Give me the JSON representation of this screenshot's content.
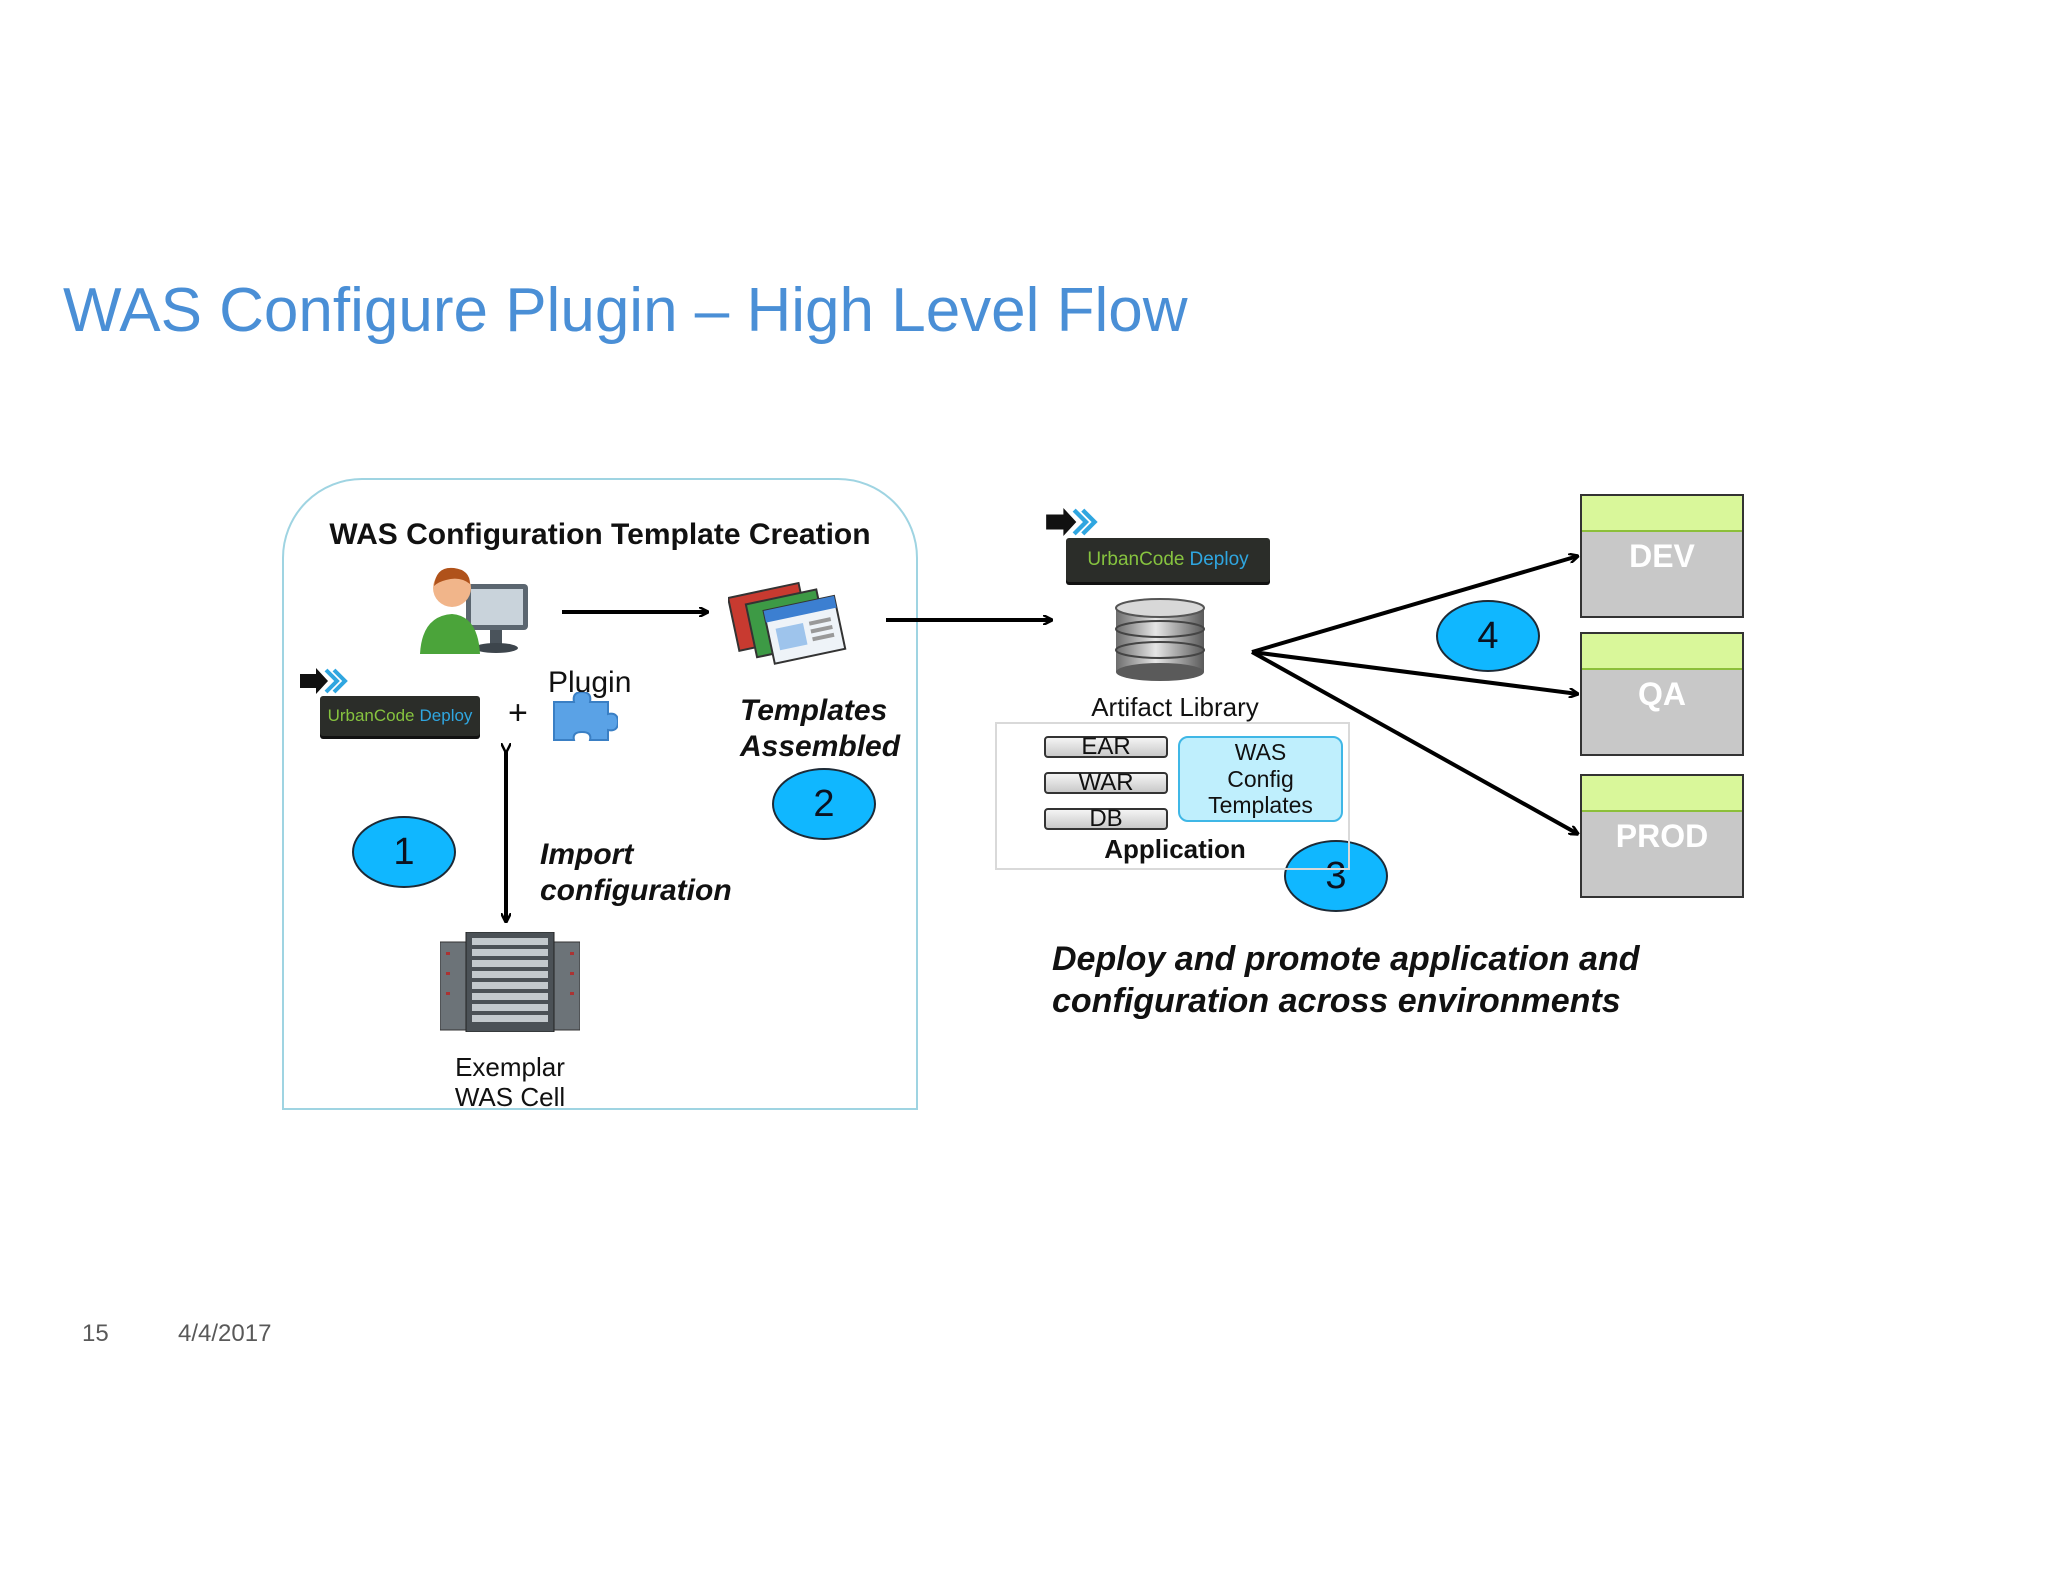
{
  "title": "WAS Configure Plugin – High Level Flow",
  "panel": {
    "title": "WAS Configuration Template Creation",
    "plugin_label": "Plugin",
    "plus": "+",
    "templates_line1": "Templates",
    "templates_line2": "Assembled",
    "import_line1": "Import",
    "import_line2": "configuration",
    "cell_line1": "Exemplar",
    "cell_line2": "WAS Cell"
  },
  "urbancode": {
    "name": "UrbanCode",
    "suffix": "Deploy"
  },
  "steps": [
    "1",
    "2",
    "3",
    "4"
  ],
  "artifact_library": {
    "label": "Artifact Library",
    "items": [
      "EAR",
      "WAR",
      "DB"
    ],
    "config_line1": "WAS",
    "config_line2": "Config",
    "config_line3": "Templates",
    "application_label": "Application"
  },
  "deploy_text_line1": "Deploy and promote application and",
  "deploy_text_line2": "configuration across environments",
  "environments": [
    "DEV",
    "QA",
    "PROD"
  ],
  "footer": {
    "page": "15",
    "date": "4/4/2017"
  },
  "colors": {
    "title": "#4a8fd6",
    "badge": "#10b7ff",
    "env_bar": "#d9f79a",
    "env_body": "#c8c8c8",
    "panel_border": "#9fd4e2"
  }
}
